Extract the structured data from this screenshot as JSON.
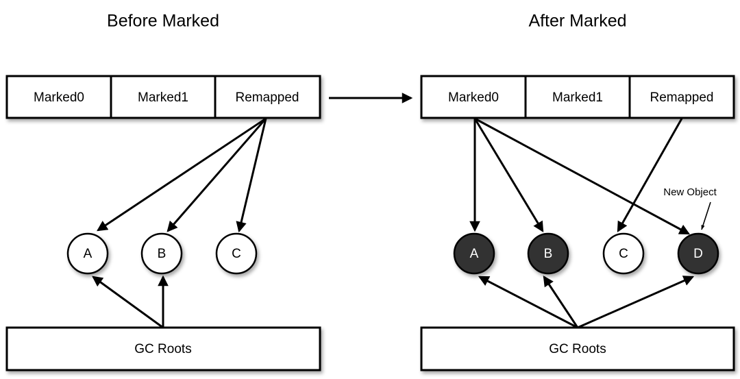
{
  "panels": [
    {
      "id": "before",
      "title": "Before Marked",
      "color_table": {
        "cells": [
          {
            "label": "Marked0"
          },
          {
            "label": "Marked1"
          },
          {
            "label": "Remapped"
          }
        ],
        "active_cell": "Remapped"
      },
      "nodes": [
        {
          "label": "A",
          "state": "unmarked",
          "fill": "#ffffff",
          "text_color": "#000000"
        },
        {
          "label": "B",
          "state": "unmarked",
          "fill": "#ffffff",
          "text_color": "#000000"
        },
        {
          "label": "C",
          "state": "unmarked",
          "fill": "#ffffff",
          "text_color": "#000000"
        }
      ],
      "roots_label": "GC Roots",
      "edges_from_table": [
        {
          "from": "Remapped",
          "to": "A"
        },
        {
          "from": "Remapped",
          "to": "B"
        },
        {
          "from": "Remapped",
          "to": "C"
        }
      ],
      "edges_from_roots": [
        {
          "from": "GC Roots",
          "to": "A"
        },
        {
          "from": "GC Roots",
          "to": "B"
        }
      ],
      "annotations": []
    },
    {
      "id": "after",
      "title": "After Marked",
      "color_table": {
        "cells": [
          {
            "label": "Marked0"
          },
          {
            "label": "Marked1"
          },
          {
            "label": "Remapped"
          }
        ],
        "active_cell": "Marked0"
      },
      "nodes": [
        {
          "label": "A",
          "state": "marked",
          "fill": "#333333",
          "text_color": "#ffffff"
        },
        {
          "label": "B",
          "state": "marked",
          "fill": "#333333",
          "text_color": "#ffffff"
        },
        {
          "label": "C",
          "state": "unmarked",
          "fill": "#ffffff",
          "text_color": "#000000"
        },
        {
          "label": "D",
          "state": "marked",
          "fill": "#333333",
          "text_color": "#ffffff"
        }
      ],
      "roots_label": "GC Roots",
      "edges_from_table": [
        {
          "from": "Marked0",
          "to": "A"
        },
        {
          "from": "Marked0",
          "to": "B"
        },
        {
          "from": "Marked0",
          "to": "D"
        },
        {
          "from": "Remapped",
          "to": "C"
        }
      ],
      "edges_from_roots": [
        {
          "from": "GC Roots",
          "to": "A"
        },
        {
          "from": "GC Roots",
          "to": "B"
        },
        {
          "from": "GC Roots",
          "to": "D"
        }
      ],
      "annotations": [
        {
          "label": "New Object",
          "points_to": "D"
        }
      ]
    }
  ],
  "transition": {
    "label": "",
    "direction": "left-to-right"
  },
  "colors": {
    "stroke": "#000000",
    "background": "#ffffff",
    "marked_fill": "#333333",
    "unmarked_fill": "#ffffff"
  }
}
